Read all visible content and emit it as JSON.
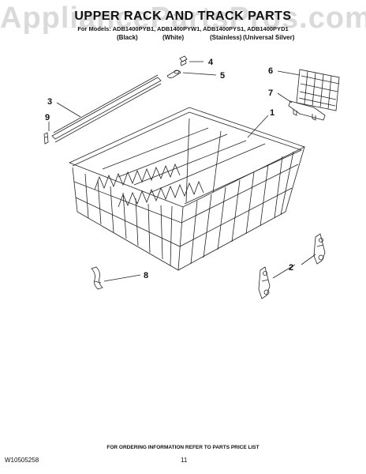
{
  "header": {
    "title": "UPPER RACK AND TRACK PARTS",
    "models": "For Models: ADB1400PYB1, ADB1400PYW1, ADB1400PYS1, ADB1400PYD1",
    "variants": [
      "(Black)",
      "(White)",
      "(Stainless)",
      "(Universal Silver)"
    ]
  },
  "watermark": "AppliancePartsPros.com",
  "callouts": [
    "4",
    "5",
    "6",
    "7",
    "3",
    "9",
    "1",
    "2",
    "8"
  ],
  "footer": {
    "note": "FOR ORDERING INFORMATION REFER TO PARTS PRICE LIST",
    "doc_id": "W10505258",
    "page": "11"
  },
  "colors": {
    "line": "#222222",
    "watermark": "#969696"
  }
}
